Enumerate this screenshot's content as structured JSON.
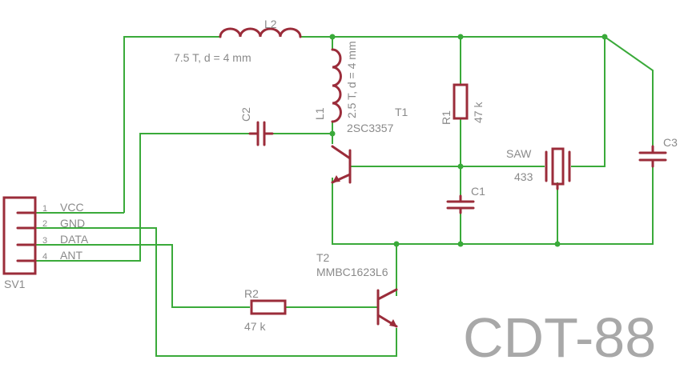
{
  "diagram": {
    "title": "CDT-88",
    "connector": {
      "name": "SV1",
      "pins": [
        {
          "num": "1",
          "label": "VCC"
        },
        {
          "num": "2",
          "label": "GND"
        },
        {
          "num": "3",
          "label": "DATA"
        },
        {
          "num": "4",
          "label": "ANT"
        }
      ]
    },
    "components": {
      "L2": {
        "name": "L2",
        "value": "7.5 T, d = 4 mm"
      },
      "L1": {
        "name": "L1",
        "value": "2.5 T, d = 4 mm"
      },
      "C2": {
        "name": "C2"
      },
      "T1": {
        "name": "T1",
        "value": "2SC3357"
      },
      "R1": {
        "name": "R1",
        "value": "47 k"
      },
      "SAW": {
        "name": "SAW",
        "value": "433"
      },
      "C1": {
        "name": "C1"
      },
      "C3": {
        "name": "C3"
      },
      "T2": {
        "name": "T2",
        "value": "MMBC1623L6"
      },
      "R2": {
        "name": "R2",
        "value": "47 k"
      }
    },
    "colors": {
      "wire": "#3aaa3a",
      "part": "#9b2c3a",
      "text": "#8a8a8a"
    }
  }
}
